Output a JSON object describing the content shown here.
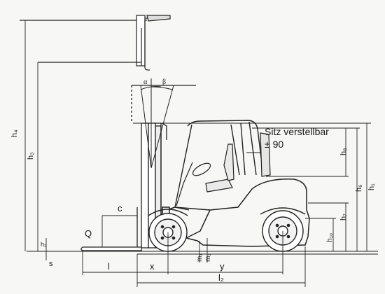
{
  "seat_note": {
    "title": "Sitz verstellbar",
    "value": "± 90"
  },
  "labels": {
    "h4": "h₄",
    "h3": "h₃",
    "h1": "h₁",
    "h6": "h₆",
    "h8": "h₈",
    "h7": "h₇",
    "h10": "h₁₀",
    "h2": "h₂",
    "alpha": "α",
    "beta": "β",
    "c": "c",
    "Q": "Q",
    "s": "s",
    "m1": "m₁",
    "m2": "m₂",
    "l": "l",
    "x": "x",
    "y": "y",
    "l2": "l₂"
  },
  "icons": [
    "forklift-drawing",
    "mast",
    "forks",
    "overhead-guard",
    "front-wheel",
    "rear-wheel",
    "steering-wheel",
    "counterweight"
  ]
}
